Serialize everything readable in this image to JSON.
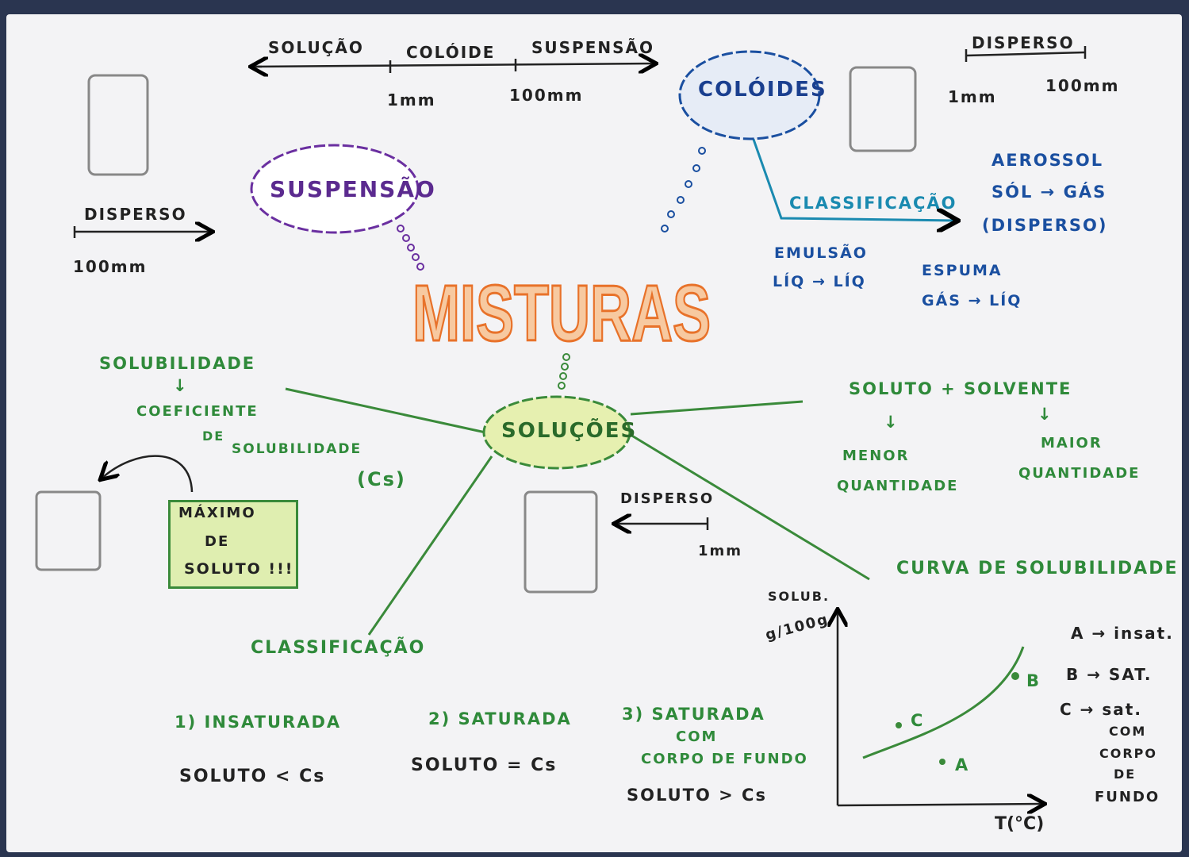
{
  "title": "MISTURAS",
  "scale": {
    "solucao": "SOLUÇÃO",
    "coloide": "COLÓIDE",
    "suspensao": "SUSPENSÃO",
    "mark1": "1mm",
    "mark2": "100mm"
  },
  "suspensao": {
    "label": "SUSPENSÃO",
    "disperso": "DISPERSO",
    "size": "100mm"
  },
  "coloides": {
    "label": "COLÓIDES",
    "disperso": "DISPERSO",
    "size1": "1mm",
    "size2": "100mm",
    "classificacao": "CLASSIFICAÇÃO",
    "aerossol": "AEROSSOL",
    "sol": "SÓL → GÁS",
    "sol_note": "(DISPERSO)",
    "emulsao": "EMULSÃO",
    "emulsao_rel": "LÍQ → LÍQ",
    "espuma": "ESPUMA",
    "espuma_rel": "GÁS → LÍQ"
  },
  "solucoes": {
    "label": "SOLUÇÕES",
    "solubilidade": "SOLUBILIDADE",
    "arrow": "↓",
    "coef1": "COEFICIENTE",
    "coef2": "DE",
    "coef3": "SOLUBILIDADE",
    "cs": "(Cs)",
    "maximo": [
      "MÁXIMO",
      "DE",
      "SOLUTO !!!"
    ],
    "disperso": "DISPERSO",
    "size": "1mm",
    "soluto_solvente": "SOLUTO + SOLVENTE",
    "menor": [
      "MENOR",
      "QUANTIDADE"
    ],
    "maior": [
      "MAIOR",
      "QUANTIDADE"
    ],
    "curva": "CURVA DE SOLUBILIDADE",
    "classificacao": "CLASSIFICAÇÃO",
    "types": [
      {
        "name": "1) INSATURADA",
        "rule": "SOLUTO < Cs"
      },
      {
        "name": "2) SATURADA",
        "rule": "SOLUTO = Cs"
      },
      {
        "name": "3) SATURADA",
        "name2": "COM",
        "name3": "CORPO DE FUNDO",
        "rule": "SOLUTO > Cs"
      }
    ]
  },
  "graph": {
    "ylabel1": "SOLUB.",
    "ylabel2": "g/100g",
    "xlabel": "T(°C)",
    "points": [
      "C",
      "B",
      "A"
    ],
    "legend": [
      "A → insat.",
      "B → SAT.",
      "C → sat.",
      "COM",
      "CORPO",
      "DE",
      "FUNDO"
    ]
  },
  "colors": {
    "title": "#e8722a",
    "solucoes": "#2f8a3a",
    "coloides": "#1a4fa0",
    "suspensao": "#5b2a8f"
  }
}
